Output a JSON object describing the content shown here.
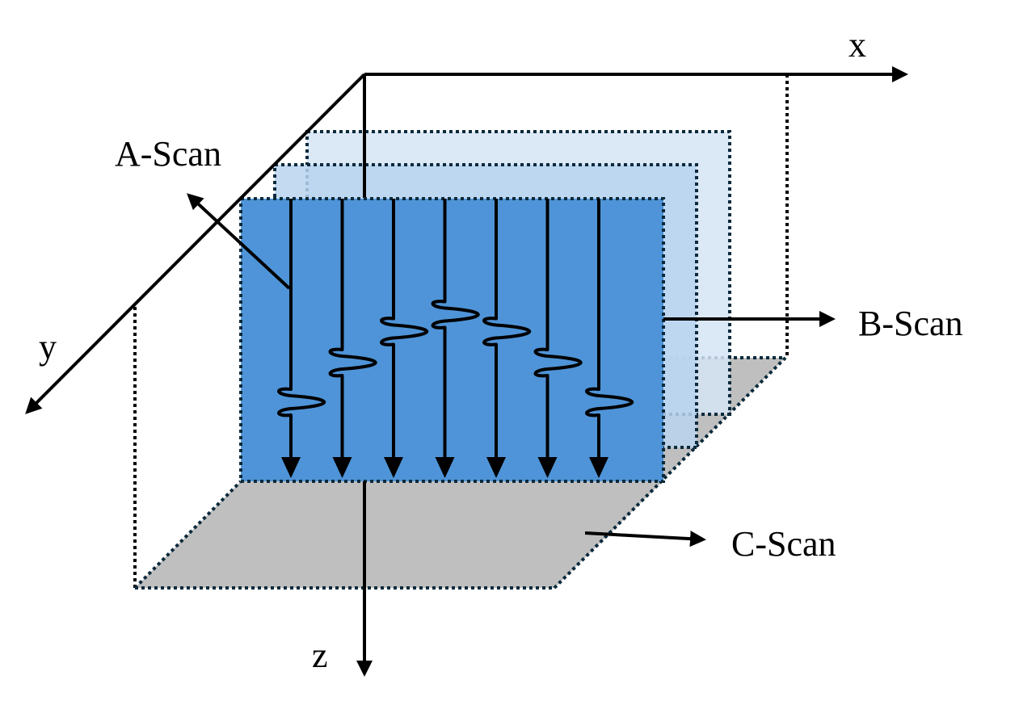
{
  "diagram": {
    "axes": {
      "x_label": "x",
      "y_label": "y",
      "z_label": "z"
    },
    "labels": {
      "a_scan": "A-Scan",
      "b_scan": "B-Scan",
      "c_scan": "C-Scan"
    },
    "colors": {
      "front_plane": "#4f94d8",
      "middle_plane": "#b8d3ee",
      "back_plane": "#d5e4f5",
      "c_scan_plane": "#bfbfbf",
      "border": "#0b2a3c",
      "arrow": "#000000"
    },
    "a_scan_traces": [
      {
        "index": 1,
        "echo_depth": 0.72
      },
      {
        "index": 2,
        "echo_depth": 0.58
      },
      {
        "index": 3,
        "echo_depth": 0.47
      },
      {
        "index": 4,
        "echo_depth": 0.41
      },
      {
        "index": 5,
        "echo_depth": 0.47
      },
      {
        "index": 6,
        "echo_depth": 0.58
      },
      {
        "index": 7,
        "echo_depth": 0.72
      }
    ]
  }
}
